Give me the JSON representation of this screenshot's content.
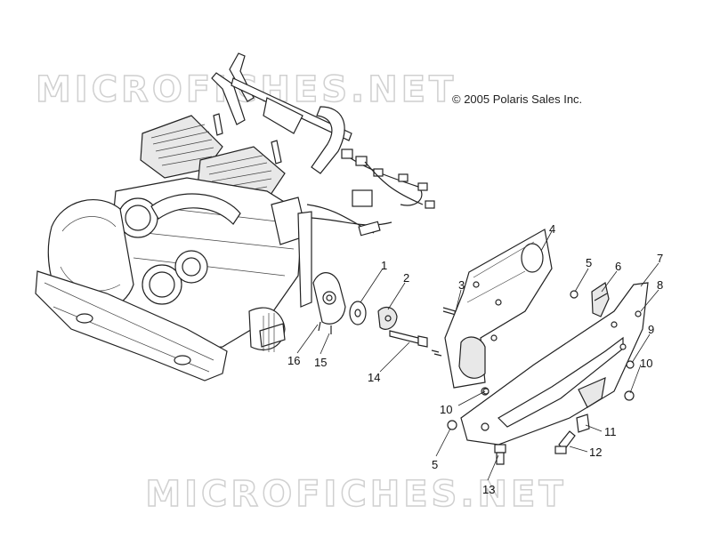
{
  "watermark": {
    "top": "MICROFICHES.NET",
    "bottom": "MICROFICHES.NET"
  },
  "copyright": "© 2005 Polaris Sales Inc.",
  "callouts": {
    "c1": "1",
    "c2": "2",
    "c3": "3",
    "c4": "4",
    "c5a": "5",
    "c5b": "5",
    "c6": "6",
    "c7": "7",
    "c8": "8",
    "c9": "9",
    "c10a": "10",
    "c10b": "10",
    "c11": "11",
    "c12": "12",
    "c13": "13",
    "c14": "14",
    "c15": "15",
    "c16": "16"
  }
}
